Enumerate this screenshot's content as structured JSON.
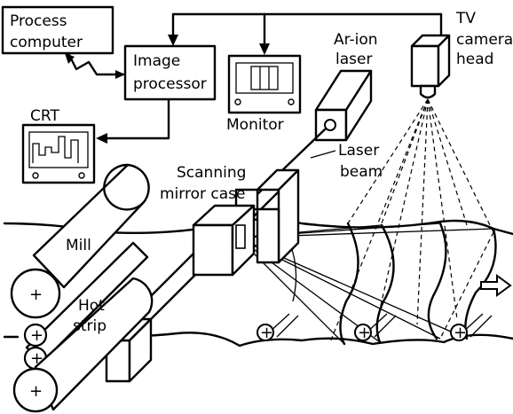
{
  "labels": {
    "process_computer": [
      "Process",
      "computer"
    ],
    "image_processor": [
      "Image",
      "processor"
    ],
    "crt": "CRT",
    "monitor": "Monitor",
    "ar_ion_laser": [
      "Ar-ion",
      "laser"
    ],
    "tv_camera_head": [
      "TV",
      "camera",
      "head"
    ],
    "scanning_mirror_case": [
      "Scanning",
      "mirror case"
    ],
    "laser_beam": [
      "Laser",
      "beam"
    ],
    "mill": "Mill",
    "hot_strip": [
      "Hot",
      "strip"
    ]
  },
  "roller_symbol": "+"
}
